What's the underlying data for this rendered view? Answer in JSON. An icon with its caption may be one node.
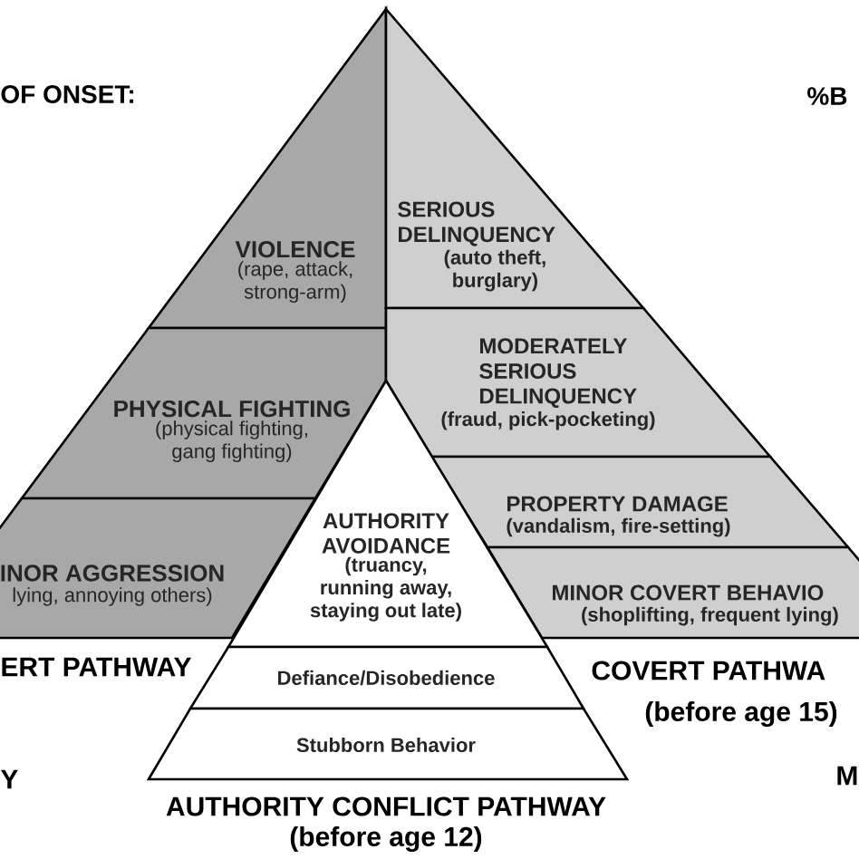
{
  "diagram": {
    "nodes": [
      {
        "text": [
          "VIOLENCE",
          "(rape, attack, strong-arm)"
        ]
      },
      {
        "text": [
          "PHYSICAL FIGHTING",
          "(physical fighting, gang fighting)"
        ]
      },
      {
        "text": [
          "INOR AGGRESSION",
          "lying, annoying others)"
        ]
      },
      {
        "text": [
          "SERIOUS DELINQUENCY",
          "(auto theft, burglary)"
        ]
      },
      {
        "text": [
          "MODERATELY SERIOUS DELINQUENCY",
          "(fraud, pick-pocketing)"
        ]
      },
      {
        "text": [
          "PROPERTY DAMAGE",
          "(vandalism, fire-setting)"
        ]
      },
      {
        "text": [
          "MINOR COVERT BEHAVIO",
          "(shoplifting, frequent lying)"
        ]
      },
      {
        "text": [
          "AUTHORITY AVOIDANCE",
          "(truancy, running away, staying out late)"
        ]
      },
      {
        "text": [
          "Defiance/Disobedience"
        ]
      },
      {
        "text": [
          "Stubborn Behavior"
        ]
      }
    ],
    "labels": [
      "OF ONSET:",
      "%B",
      "ERT PATHWAY",
      "COVERT PATHWA",
      "(before age 15)",
      "Y",
      "M",
      "AUTHORITY CONFLICT PATHWAY",
      "(before age 12)"
    ]
  }
}
